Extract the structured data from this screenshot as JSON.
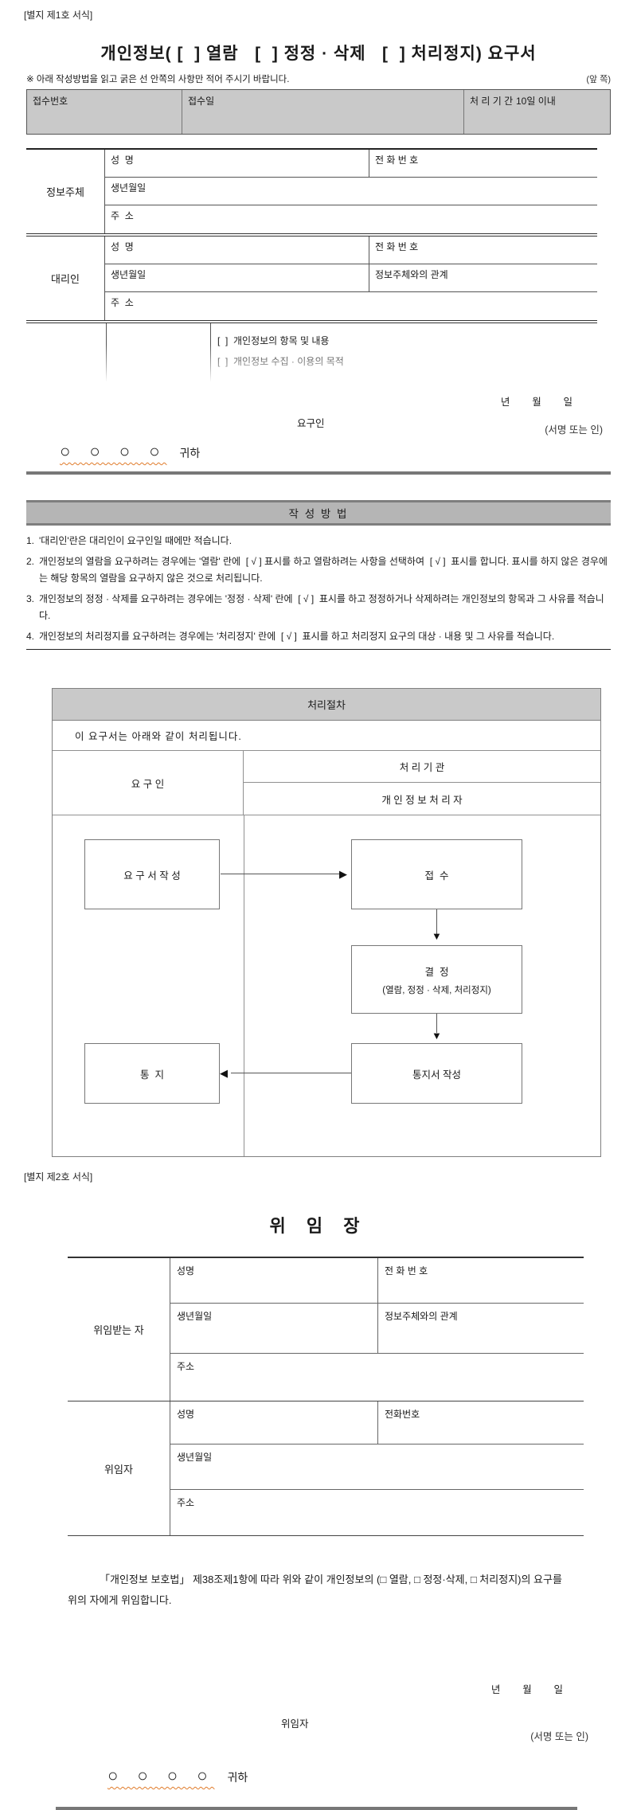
{
  "form1": {
    "attachment_label": "[별지 제1호 서식]",
    "title": "개인정보( [  ] 열람   [  ] 정정 · 삭제   [  ] 처리정지) 요구서",
    "instruction": "※ 아래 작성방법을 읽고 굵은 선 안쪽의 사항만 적어 주시기 바랍니다.",
    "page_side": "(앞 쪽)",
    "receipt_no_label": "접수번호",
    "receipt_date_label": "접수일",
    "processing_period_label": "처 리 기 간",
    "processing_period_value": "10일 이내",
    "subject_group_label": "정보주체",
    "subject_name_label": "성  명",
    "subject_phone_label": "전 화 번 호",
    "subject_birth_label": "생년월일",
    "subject_address_label": "주  소",
    "agent_group_label": "대리인",
    "agent_name_label": "성  명",
    "agent_phone_label": "전 화 번 호",
    "agent_birth_label": "생년월일",
    "agent_relation_label": "정보주체와의 관계",
    "agent_address_label": "주  소",
    "request_item_1": "[  ]  개인정보의 항목 및 내용",
    "request_item_2": "[  ]  개인정보 수집 · 이용의 목적",
    "date_line": "년        월        일",
    "requester_label": "요구인",
    "sign_label": "(서명 또는 인)",
    "addressee": "○ ○ ○ ○",
    "addressee_suffix": "귀하"
  },
  "instructions": {
    "title": "작 성 방 법",
    "items": [
      {
        "no": "1.",
        "text": "'대리인'란은 대리인이 요구인일 때에만 적습니다."
      },
      {
        "no": "2.",
        "text": "개인정보의 열람을 요구하려는 경우에는 '열람' 란에  [ √ ] 표시를 하고 열람하려는 사항을 선택하여  [ √ ]  표시를 합니다. 표시를 하지 않은 경우에는 해당 항목의 열람을 요구하지 않은 것으로 처리됩니다."
      },
      {
        "no": "3.",
        "text": "개인정보의 정정 · 삭제를 요구하려는 경우에는 '정정 · 삭제' 란에  [ √ ]  표시를 하고 정정하거나 삭제하려는 개인정보의 항목과 그 사유를 적습니다."
      },
      {
        "no": "4.",
        "text": "개인정보의 처리정지를 요구하려는 경우에는 '처리정지' 란에  [ √ ]  표시를 하고 처리정지 요구의 대상 · 내용 및 그 사유를 적습니다."
      }
    ]
  },
  "procedure": {
    "title": "처리절차",
    "intro": "이 요구서는 아래와 같이 처리됩니다.",
    "requester_col": "요 구 인",
    "agency_col": "처 리 기 관",
    "processor_col": "개 인 정 보 처 리 자",
    "step_write": "요 구 서 작 성",
    "step_receive": "접  수",
    "step_decide": "결  정",
    "step_decide_sub": "(열람, 정정 · 삭제, 처리정지)",
    "step_notice_write": "통지서 작성",
    "step_notice": "통  지"
  },
  "form2": {
    "attachment_label": "[별지 제2호 서식]",
    "title": "위 임 장",
    "delegate_group_label": "위임받는 자",
    "delegate_name_label": "성명",
    "delegate_phone_label": "전 화 번 호",
    "delegate_birth_label": "생년월일",
    "delegate_relation_label": "정보주체와의 관계",
    "delegate_address_label": "주소",
    "delegator_group_label": "위임자",
    "delegator_name_label": "성명",
    "delegator_phone_label": "전화번호",
    "delegator_birth_label": "생년월일",
    "delegator_address_label": "주소",
    "body_text": "「개인정보 보호법」 제38조제1항에 따라 위와 같이 개인정보의 (□ 열람, □ 정정·삭제, □ 처리정지)의 요구를 위의 자에게 위임합니다.",
    "date_line": "년        월        일",
    "delegator_sign_label": "위임자",
    "sign_label": "(서명 또는 인)",
    "addressee": "○ ○ ○ ○",
    "addressee_suffix": "귀하"
  }
}
